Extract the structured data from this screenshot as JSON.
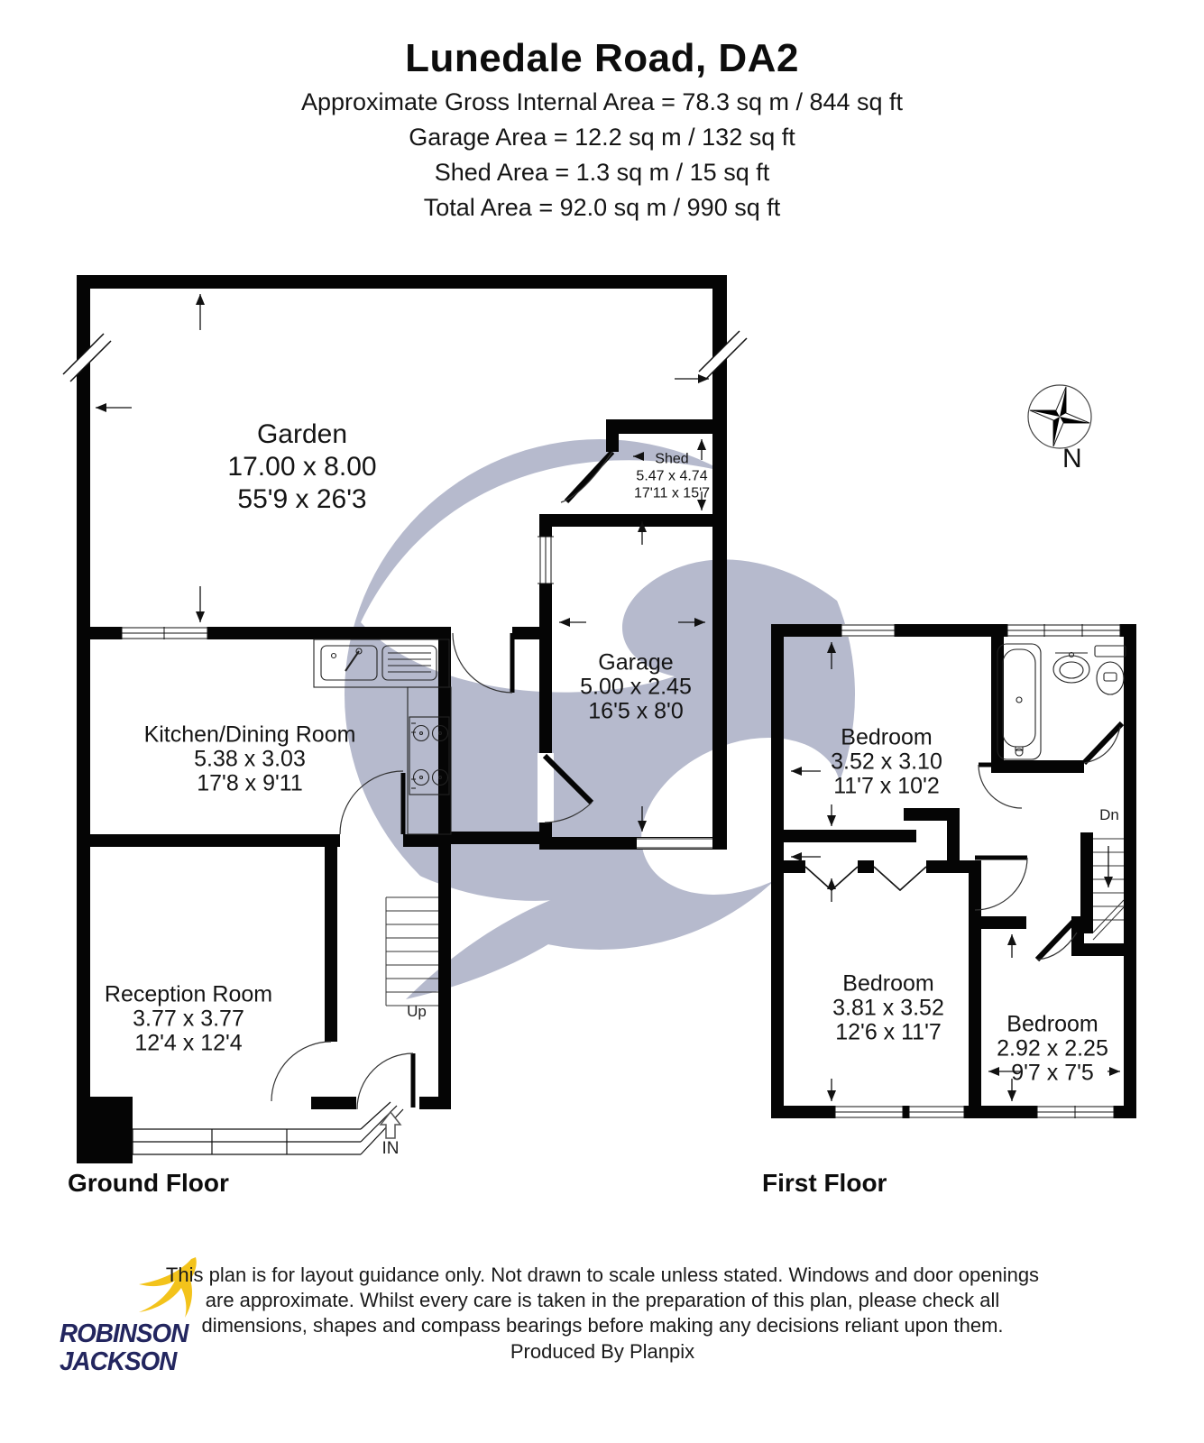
{
  "header": {
    "title": "Lunedale Road, DA2",
    "area_lines": [
      "Approximate Gross Internal Area = 78.3 sq m / 844 sq ft",
      "Garage Area = 12.2 sq m / 132 sq ft",
      "Shed Area = 1.3 sq m / 15 sq ft",
      "Total Area = 92.0 sq m / 990 sq ft"
    ]
  },
  "compass": {
    "label": "N"
  },
  "floors": {
    "ground": {
      "label": "Ground Floor",
      "rooms": [
        {
          "name": "Garden",
          "metric": "17.00 x 8.00",
          "imperial": "55'9 x 26'3"
        },
        {
          "name": "Kitchen/Dining Room",
          "metric": "5.38 x 3.03",
          "imperial": "17'8 x 9'11"
        },
        {
          "name": "Reception Room",
          "metric": "3.77 x 3.77",
          "imperial": "12'4 x 12'4"
        },
        {
          "name": "Shed",
          "metric": "5.47 x 4.74",
          "imperial": "17'11 x 15'7"
        },
        {
          "name": "Garage",
          "metric": "5.00 x 2.45",
          "imperial": "16'5 x 8'0"
        }
      ],
      "annotations": {
        "up": "Up",
        "entrance": "IN"
      }
    },
    "first": {
      "label": "First Floor",
      "rooms": [
        {
          "name": "Bedroom",
          "metric": "3.52 x 3.10",
          "imperial": "11'7 x 10'2"
        },
        {
          "name": "Bedroom",
          "metric": "3.81 x 3.52",
          "imperial": "12'6 x 11'7"
        },
        {
          "name": "Bedroom",
          "metric": "2.92 x 2.25",
          "imperial": "9'7 x 7'5"
        }
      ],
      "annotations": {
        "down": "Dn"
      }
    }
  },
  "footer": {
    "disclaimer": "This plan is for layout guidance only. Not drawn to scale unless stated. Windows and door openings are approximate. Whilst every care is taken in the preparation of this plan, please check all dimensions, shapes and compass bearings before making any decisions reliant upon them.",
    "credit": "Produced By Planpix"
  },
  "logo": {
    "line1": "ROBINSON",
    "line2": "JACKSON"
  },
  "colors": {
    "wall": "#000000",
    "watermark": "#b6bacd",
    "logo_navy": "#23265f",
    "logo_yellow": "#f3c31b"
  }
}
